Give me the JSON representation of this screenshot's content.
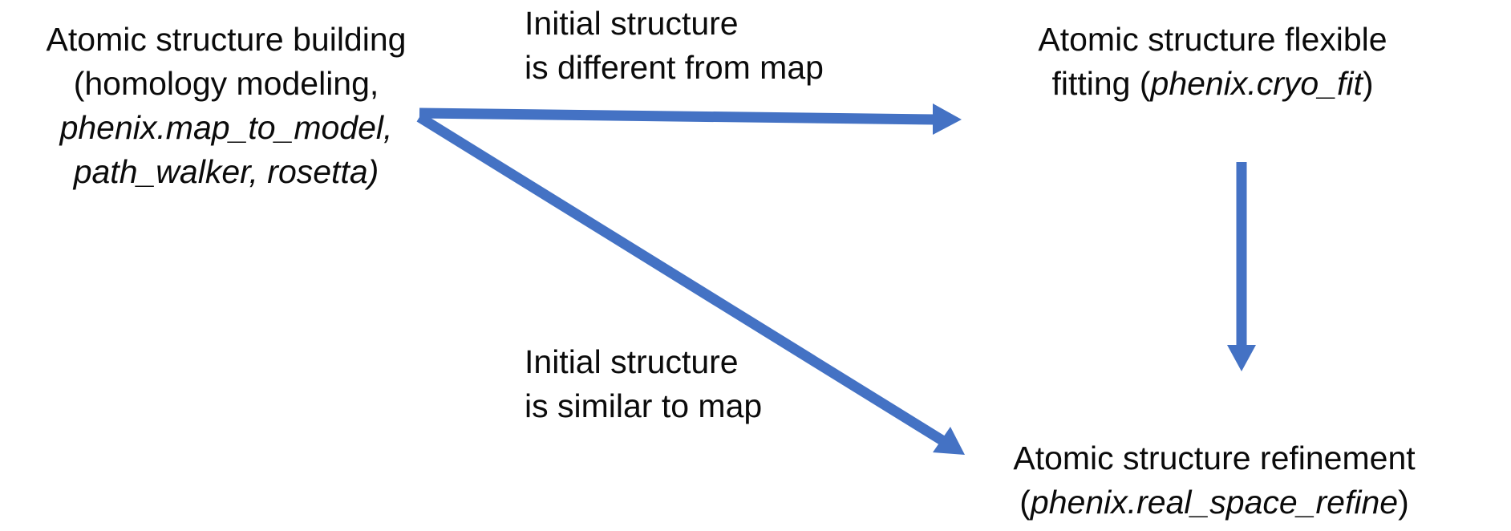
{
  "colors": {
    "arrow": "#4472C4",
    "text": "#0b0b0b",
    "background": "#ffffff"
  },
  "nodes": {
    "building": {
      "line1": "Atomic structure building",
      "line2": "(homology modeling,",
      "line3_italic": "phenix.map_to_model,",
      "line4_italic": "path_walker, rosetta)"
    },
    "flexible_fitting": {
      "line1": "Atomic structure flexible",
      "line2_prefix": "fitting (",
      "line2_italic": "phenix.cryo_fit",
      "line2_suffix": ")"
    },
    "refinement": {
      "line1": "Atomic structure refinement",
      "line2_prefix": "(",
      "line2_italic": "phenix.real_space_refine",
      "line2_suffix": ")"
    }
  },
  "edge_labels": {
    "different": {
      "line1": "Initial structure",
      "line2": "is different from map"
    },
    "similar": {
      "line1": "Initial structure",
      "line2": "is similar to map"
    }
  }
}
